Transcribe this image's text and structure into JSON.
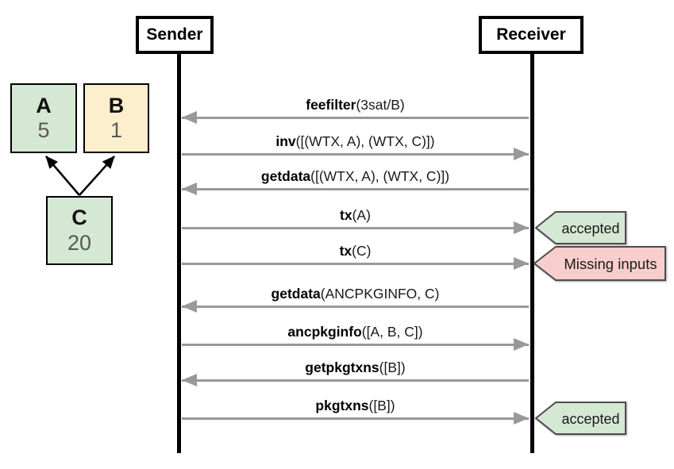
{
  "actors": {
    "sender": "Sender",
    "receiver": "Receiver"
  },
  "package_graph": {
    "nodes": [
      {
        "id": "A",
        "label": "A",
        "fee": "5",
        "color": "#d5e8d4"
      },
      {
        "id": "B",
        "label": "B",
        "fee": "1",
        "color": "#fdeecd"
      },
      {
        "id": "C",
        "label": "C",
        "fee": "20",
        "color": "#d5e8d4"
      }
    ],
    "edges": [
      {
        "from": "C",
        "to": "A"
      },
      {
        "from": "C",
        "to": "B"
      }
    ]
  },
  "messages": [
    {
      "method": "feefilter",
      "args": "(3sat/B)",
      "from": "Receiver",
      "to": "Sender"
    },
    {
      "method": "inv",
      "args": "([(WTX, A), (WTX, C)])",
      "from": "Sender",
      "to": "Receiver"
    },
    {
      "method": "getdata",
      "args": "([(WTX, A), (WTX, C)])",
      "from": "Receiver",
      "to": "Sender"
    },
    {
      "method": "tx",
      "args": "(A)",
      "from": "Sender",
      "to": "Receiver",
      "result": "accepted",
      "result_type": "success"
    },
    {
      "method": "tx",
      "args": "(C)",
      "from": "Sender",
      "to": "Receiver",
      "result": "Missing inputs",
      "result_type": "error"
    },
    {
      "method": "getdata",
      "args": "(ANCPKGINFO, C)",
      "from": "Receiver",
      "to": "Sender"
    },
    {
      "method": "ancpkginfo",
      "args": "([A, B, C])",
      "from": "Sender",
      "to": "Receiver"
    },
    {
      "method": "getpkgtxns",
      "args": "([B])",
      "from": "Receiver",
      "to": "Sender"
    },
    {
      "method": "pkgtxns",
      "args": "([B])",
      "from": "Sender",
      "to": "Receiver",
      "result": "accepted",
      "result_type": "success"
    }
  ],
  "colors": {
    "success_fill": "#d5e8d4",
    "error_fill": "#f8cecc",
    "node_green": "#d5e8d4",
    "node_yellow": "#fdeecd",
    "arrow_gray": "#999999",
    "badge_border": "#4d4d4d",
    "lifeline": "#000000"
  }
}
